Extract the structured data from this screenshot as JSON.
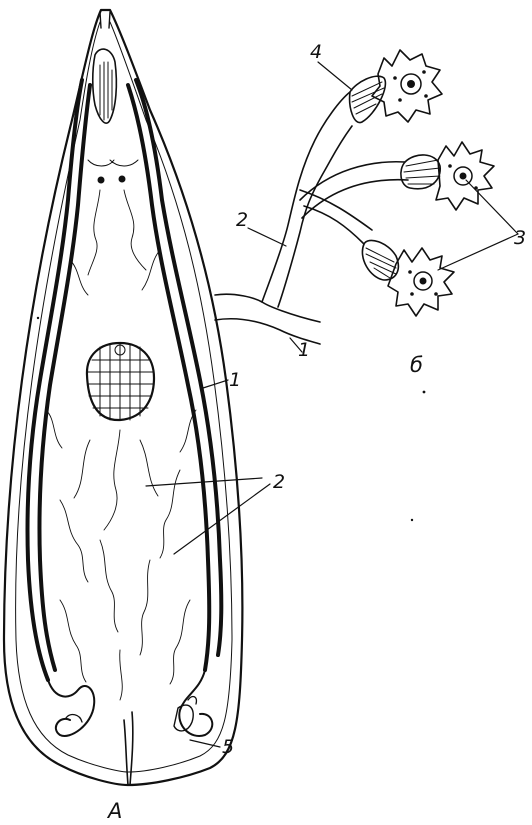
{
  "figure": {
    "panel_a": {
      "label": "A",
      "callouts": [
        "1",
        "2",
        "5"
      ]
    },
    "panel_b": {
      "label": "б",
      "callouts": [
        "1",
        "2",
        "3",
        "4"
      ]
    }
  }
}
